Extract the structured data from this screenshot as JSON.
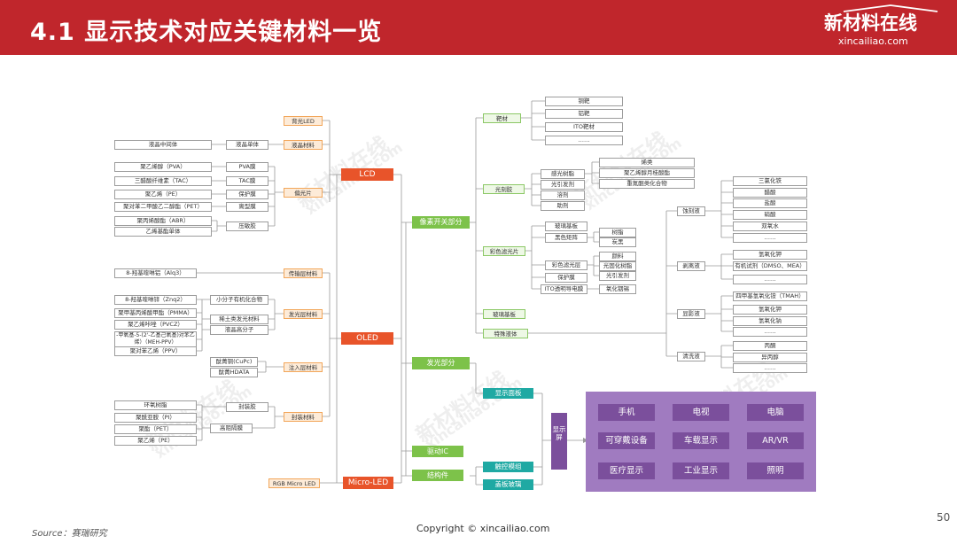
{
  "header": {
    "title": "4.1 显示技术对应关键材料一览",
    "brand_cn": "新材料在线",
    "brand_en": "xincailiao.com"
  },
  "watermark": {
    "cn": "新材料在线",
    "en": "xincailiao.com"
  },
  "footer": {
    "source": "Source：赛瑞研究",
    "copyright": "Copyright © xincailiao.com",
    "page": "50"
  },
  "colors": {
    "header": "#c0262c",
    "red_node": "#e8542a",
    "orange_node": "#fdebd8",
    "green_node": "#7dc24a",
    "teal_node": "#1fa9a3",
    "purple": "#7b4f9c"
  },
  "left": {
    "lcd": {
      "root": "LCD",
      "backlight": "背光LED",
      "lc": {
        "label": "液晶材料",
        "mono": "液晶单体",
        "mid": "液晶中间体"
      },
      "polarizer": {
        "label": "偏光片",
        "films": [
          {
            "film": "PVA膜",
            "source": "聚乙烯醇（PVA）"
          },
          {
            "film": "TAC膜",
            "source": "三醋酸纤维素（TAC）"
          },
          {
            "film": "保护膜",
            "source": "聚乙烯（PE）"
          },
          {
            "film": "离型膜",
            "source": "聚对苯二甲酸乙二醇酯（PET）"
          },
          {
            "film": "压敏胶",
            "source": "聚丙烯酸酯（ABR）"
          },
          {
            "film": "",
            "source": "乙烯基酯单体"
          }
        ]
      }
    },
    "oled": {
      "root": "OLED",
      "transport": {
        "label": "传输层材料",
        "source": "8-羟基喹啉铝（Alq3）"
      },
      "emitting": {
        "label": "发光层材料",
        "small_molecule": "小分子有机化合物",
        "rare_earth": "稀土类发光材料",
        "polymer": "液晶高分子",
        "sources": [
          "8-羟基喹啉锌（Znq2）",
          "聚甲基丙烯酸甲酯（PMMA）",
          "聚乙烯咔唑（PVCZ）",
          "-甲氧基-5-(2'-乙基己氧基)对苯乙烯）（MEH-PPV）",
          "聚对苯乙烯（PPV）"
        ]
      },
      "injection": {
        "label": "注入层材料",
        "items": [
          "酞菁铜(CuPc)",
          "酞菁HDATA"
        ]
      },
      "encapsulation": {
        "label": "封装材料",
        "sealant": "封装胶",
        "barrier": "高阻隔膜",
        "sources": [
          "环氧树脂",
          "聚酰亚胺（PI）",
          "聚酯（PET）",
          "聚乙烯（PE）"
        ]
      }
    },
    "microled": {
      "root": "Micro-LED",
      "rgb": "RGB Micro LED"
    }
  },
  "middle": {
    "pixel_switch": "像素开关部分",
    "light_emitting": "发光部分",
    "driver_ic": "驱动IC",
    "structural": "结构件",
    "target": {
      "label": "靶材",
      "items": [
        "铜靶",
        "铝靶",
        "ITO靶材",
        "……"
      ]
    },
    "photoresist": {
      "label": "光刻胶",
      "resin": {
        "label": "感光树脂",
        "items": [
          "烯类",
          "聚乙烯醇月桂酸酯",
          "重氮醌类化合物"
        ]
      },
      "initiator": "光引发剂",
      "solvent": "溶剂",
      "additive": "助剂"
    },
    "color_filter": {
      "label": "彩色滤光片",
      "glass": "玻璃基板",
      "black_matrix": {
        "label": "黑色矩阵",
        "items": [
          "树脂",
          "炭黑"
        ]
      },
      "cf_layer": {
        "label": "彩色滤光层",
        "items": [
          "颜料",
          "光固化树脂",
          "光引发剂"
        ]
      },
      "protective": "保护膜",
      "ito": {
        "label": "ITO透明导电膜",
        "item": "氧化铟锡"
      }
    },
    "glass_substrate": "玻璃基板",
    "special_chem": "特殊液体",
    "display_panel": "显示面板",
    "touch_module": "触控模组",
    "cover_glass": "盖板玻璃"
  },
  "right": {
    "etchant": {
      "label": "蚀刻液",
      "items": [
        "三氯化铁",
        "醋酸",
        "盐酸",
        "硝酸",
        "双氧水",
        "……"
      ]
    },
    "stripper": {
      "label": "剥离液",
      "items": [
        "氢氧化钾",
        "有机试剂（DMSO、MEA）",
        "……"
      ]
    },
    "developer": {
      "label": "显影液",
      "items": [
        "四甲基氢氧化铵（TMAH）",
        "氢氧化钾",
        "氢氧化钠",
        "……"
      ]
    },
    "cleaner": {
      "label": "清洗液",
      "items": [
        "丙酮",
        "异丙醇",
        "……"
      ]
    }
  },
  "display": "显示屏",
  "applications": [
    "手机",
    "电视",
    "电脑",
    "可穿戴设备",
    "车载显示",
    "AR/VR",
    "医疗显示",
    "工业显示",
    "照明"
  ]
}
